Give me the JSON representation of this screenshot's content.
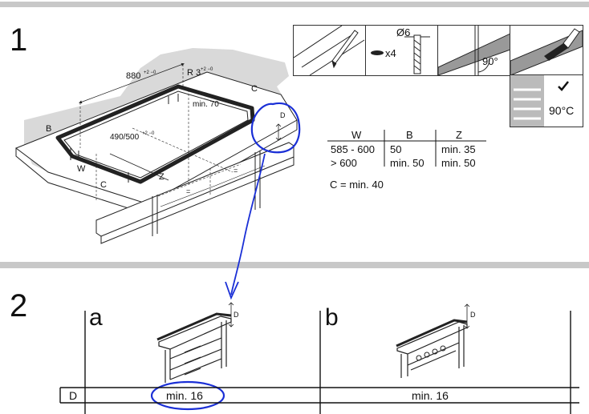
{
  "steps": {
    "one": "1",
    "two": "2"
  },
  "figure1": {
    "dim_width": "880",
    "dim_width_tol": "+2 −0",
    "dim_radius": "R 3",
    "dim_radius_tol": "+2 −0",
    "dim_min70": "min. 70",
    "dim_depth": "490/500",
    "dim_depth_tol": "+2 −0",
    "label_B": "B",
    "label_W": "W",
    "label_C_left": "C",
    "label_C_right": "C",
    "label_Z": "Z",
    "label_D": "D",
    "equal1": "=",
    "equal2": "="
  },
  "tools": {
    "drill_label": "Ø6",
    "anchor_count": "x4",
    "angle_label": "90°",
    "temp_label": "90°C"
  },
  "spec_table": {
    "headers": [
      "W",
      "B",
      "Z"
    ],
    "rows": [
      [
        "585 - 600",
        "50",
        "min. 35"
      ],
      [
        "> 600",
        "min. 50",
        "min. 50"
      ]
    ],
    "note": "C = min. 40"
  },
  "figure2": {
    "col_a": "a",
    "col_b": "b",
    "label_D_a": "D",
    "label_D_b": "D",
    "row_label": "D",
    "value_a": "min. 16",
    "value_b": "min. 16"
  },
  "colors": {
    "accent_pen": "#1a2fd6",
    "rule_gray": "#c8c8c8",
    "worktop_gray": "#d9d9d9"
  }
}
